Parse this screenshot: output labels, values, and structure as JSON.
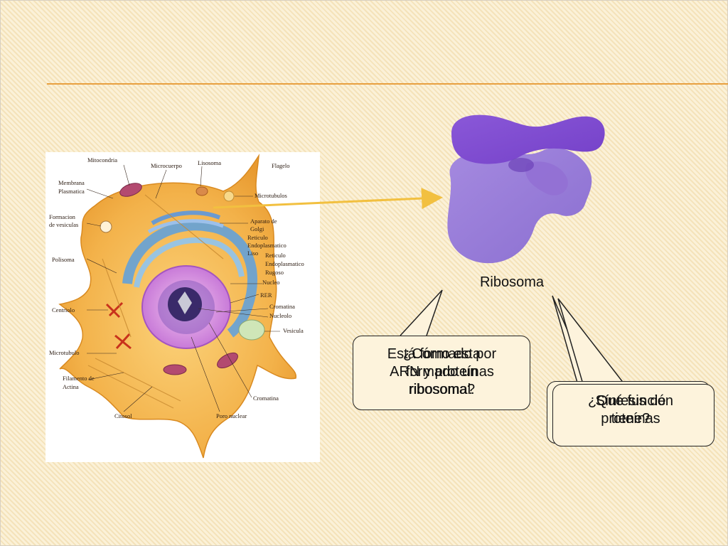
{
  "slide": {
    "colors": {
      "background": "#fbf1d8",
      "accent_rule": "#e8a040",
      "arrow": "#f2c040",
      "ribosome": "#9a78d8"
    }
  },
  "cell_diagram": {
    "labels": [
      "Mitocondria",
      "Microcuerpo",
      "Lisosoma",
      "Flagelo",
      "Membrana",
      "Plasmatica",
      "Microtubulos",
      "Formacion",
      "de vesiculas",
      "Aparato de",
      "Golgi",
      "Reticulo",
      "Endoplasmatico",
      "Liso",
      "Reticulo",
      "Endoplasmatico",
      "Rugoso",
      "Polisoma",
      "Nucleo",
      "RER",
      "Centriolo",
      "Cromatina",
      "Nucleolo",
      "Vesicula",
      "Microtubulo",
      "Filamento de",
      "Actina",
      "Citosol",
      "Poro nuclear",
      "Cromatina"
    ]
  },
  "ribosome": {
    "caption": "Ribosoma"
  },
  "callouts": {
    "left": {
      "layer1": [
        "Está formado por",
        "ARN y proteínas",
        "ribosomal."
      ],
      "layer2": [
        "¿Cómo esta",
        "formado un",
        "ribosoma?"
      ]
    },
    "right": {
      "layer1": [
        "Síntesis de",
        "proteínas"
      ],
      "layer2": [
        "¿Qué función",
        "tiene?"
      ]
    }
  }
}
